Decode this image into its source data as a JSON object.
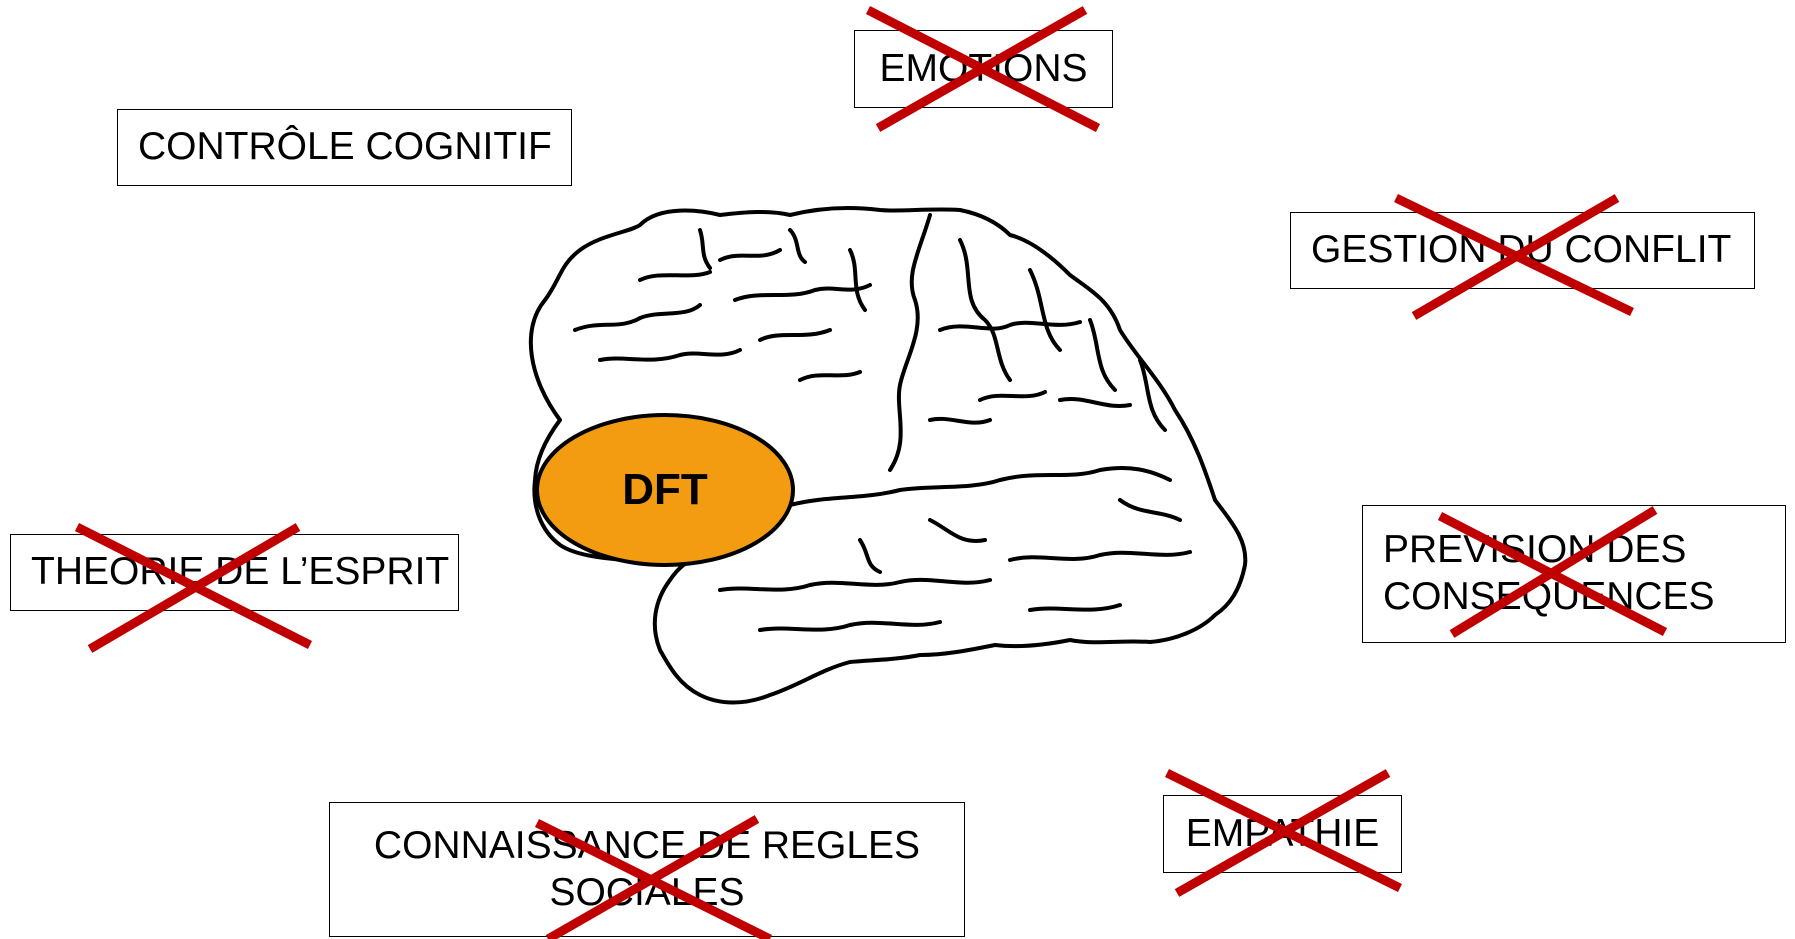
{
  "center_label": "DFT",
  "colors": {
    "box_border": "#000000",
    "cross": "#c00000",
    "lesion": "#f39c12",
    "outline": "#000000"
  },
  "labels": {
    "controle": "CONTRÔLE COGNITIF",
    "emotions": "EMOTIONS",
    "gestion": "GESTION DU CONFLIT",
    "theorie": "THEORIE DE L’ESPRIT",
    "prevision_line1": "PREVISION DES",
    "prevision_line2": "CONSEQUENCES",
    "connaissance_line1": "CONNAISSANCE DE REGLES",
    "connaissance_line2": "SOCIALES",
    "empathie": "EMPATHIE"
  },
  "crossed_out": [
    "emotions",
    "gestion",
    "theorie",
    "prevision",
    "connaissance",
    "empathie"
  ]
}
